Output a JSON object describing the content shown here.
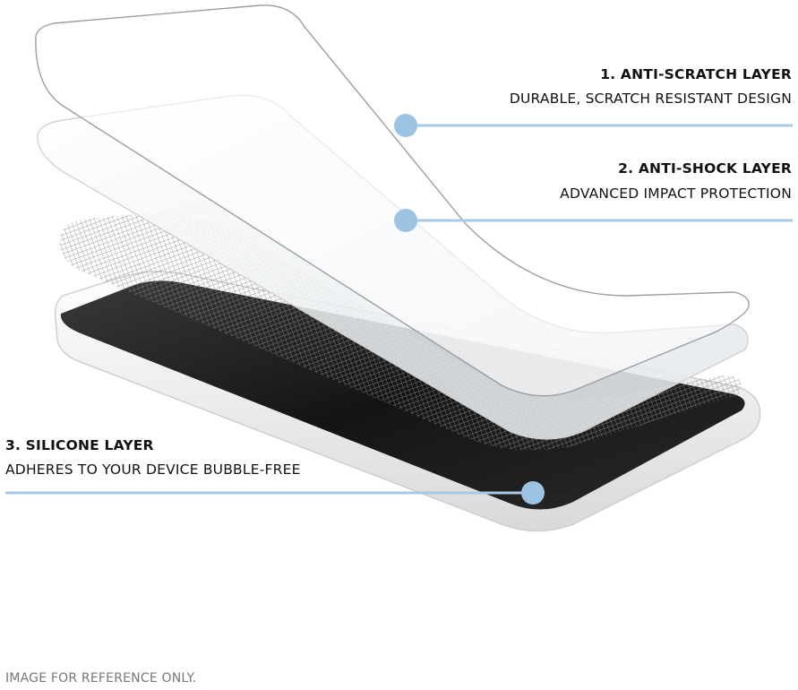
{
  "layers": [
    {
      "number_title": "1. ANTI-SCRATCH LAYER",
      "description": "DURABLE, SCRATCH RESISTANT DESIGN"
    },
    {
      "number_title": "2. ANTI-SHOCK LAYER",
      "description": "ADVANCED IMPACT PROTECTION"
    },
    {
      "number_title": "3. SILICONE LAYER",
      "description": "ADHERES TO YOUR DEVICE BUBBLE-FREE"
    }
  ],
  "footnote": "IMAGE FOR REFERENCE ONLY.",
  "colors": {
    "callout_line": "#a8c8e4",
    "callout_dot": "#9dc3e3",
    "device_body": "#f2f2f2",
    "screen": "#1b1b1b"
  }
}
